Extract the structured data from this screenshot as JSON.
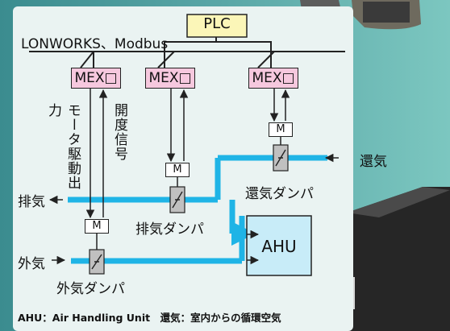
{
  "plc_label": "PLC",
  "network_label": "LONWORKS、Modbus",
  "mex_label": "MEX□",
  "motor_label": "M",
  "motor_drive_output": "モータ駆動出力",
  "opening_signal": "開度信号",
  "return_air": "還気",
  "return_damper": "還気ダンパ",
  "exhaust_air": "排気",
  "exhaust_damper": "排気ダンパ",
  "outside_air": "外気",
  "outside_damper": "外気ダンパ",
  "ahu_label": "AHU",
  "footnote": "AHU：Air Handling Unit　還気：室内からの循環空気",
  "colors": {
    "background": "#4a9a9c",
    "panel": "#eaf3f2",
    "duct": "#1fb4e6",
    "mex_box": "#f6c8de",
    "plc_box": "#fbf6b8",
    "ahu_box": "#c8ecf8",
    "damper": "#c0c0c0"
  }
}
